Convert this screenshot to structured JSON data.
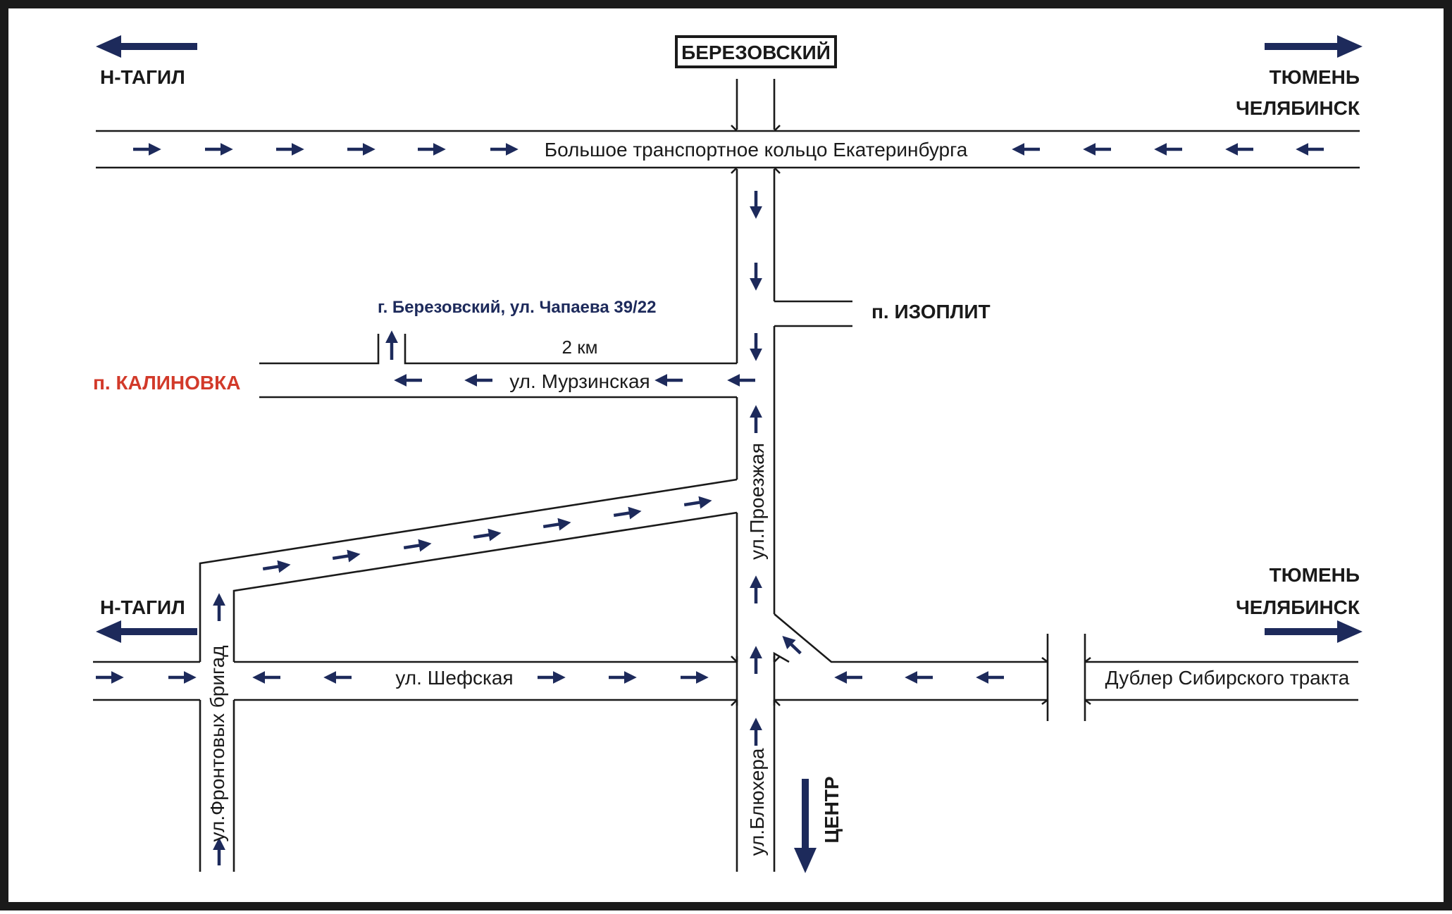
{
  "colors": {
    "frame": "#1a1a1a",
    "arrow": "#1d2a5b",
    "road": "#1a1a1a",
    "accent_red": "#d23a2a",
    "address": "#1d2a5b"
  },
  "labels": {
    "n_tagil_top": "Н-ТАГИЛ",
    "tyumen_top": "ТЮМЕНЬ",
    "chelyabinsk_top": "ЧЕЛЯБИНСК",
    "berezovsky_box": "БЕРЕЗОВСКИЙ",
    "ring_road": "Большое транспортное кольцо Екатеринбурга",
    "izoplit": "п. ИЗОПЛИТ",
    "address": "г. Березовский, ул. Чапаева 39/22",
    "distance": "2 км",
    "kalinovka": "п. КАЛИНОВКА",
    "murzinskaya": "ул. Мурзинская",
    "proezzhaya": "ул.Проезжая",
    "n_tagil_bottom": "Н-ТАГИЛ",
    "tyumen_bottom": "ТЮМЕНЬ",
    "chelyabinsk_bottom": "ЧЕЛЯБИНСК",
    "shefskaya": "ул. Шефская",
    "dubler": "Дублер Сибирского тракта",
    "frontovykh": "ул.Фронтовых бригад",
    "blyukhera": "ул.Блюхера",
    "center": "ЦЕНТР"
  },
  "icons": {
    "direction_left": "arrow-left-icon",
    "direction_right": "arrow-right-icon",
    "direction_down": "arrow-down-icon",
    "traffic_arrow": "traffic-arrow-icon"
  }
}
